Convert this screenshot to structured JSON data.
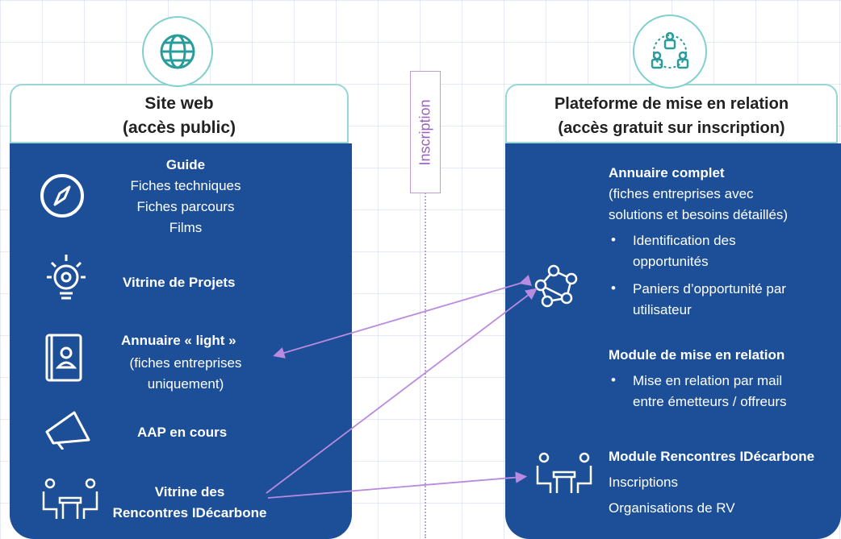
{
  "left_panel": {
    "title": "Site web",
    "subtitle": "(accès public)",
    "guide": {
      "title": "Guide",
      "items": [
        "Fiches techniques",
        "Fiches parcours",
        "Films"
      ]
    },
    "vitrine_projets": "Vitrine de Projets",
    "annuaire_light": {
      "title": "Annuaire « light »",
      "lines": [
        "(fiches entreprises",
        "uniquement)"
      ]
    },
    "aap": "AAP en cours",
    "vitrine_rencontres": {
      "line1": "Vitrine des",
      "line2": "Rencontres IDécarbone"
    }
  },
  "middle": {
    "label": "Inscription"
  },
  "right_panel": {
    "title": "Plateforme de mise en relation",
    "subtitle": "(accès gratuit sur inscription)",
    "annuaire_complet": {
      "title": "Annuaire complet",
      "lines": [
        "(fiches entreprises avec",
        "solutions et besoins détaillés)"
      ],
      "bullets": [
        {
          "line1": "Identification des",
          "line2": "opportunités"
        },
        {
          "line1": "Paniers d’opportunité par",
          "line2": "utilisateur"
        }
      ]
    },
    "module_relation": {
      "title": "Module de mise en relation",
      "bullet_line1": "Mise en relation par mail",
      "bullet_line2": "entre émetteurs / offreurs"
    },
    "module_rencontres": {
      "title": "Module Rencontres IDécarbone",
      "items": [
        "Inscriptions",
        "Organisations de RV"
      ]
    }
  },
  "icons": {
    "left_header": "globe-icon",
    "right_header": "people-network-icon",
    "guide": "compass-icon",
    "vitrine_projets": "lightbulb-icon",
    "annuaire_light": "contact-book-icon",
    "aap": "megaphone-icon",
    "rencontres": "meeting-table-icon",
    "annuaire_complet": "network-nodes-icon"
  },
  "colors": {
    "panel": "#1c4f97",
    "header_border": "#9ad6d6",
    "connector": "#b98ae0",
    "inscription": "#9a5fc2"
  }
}
